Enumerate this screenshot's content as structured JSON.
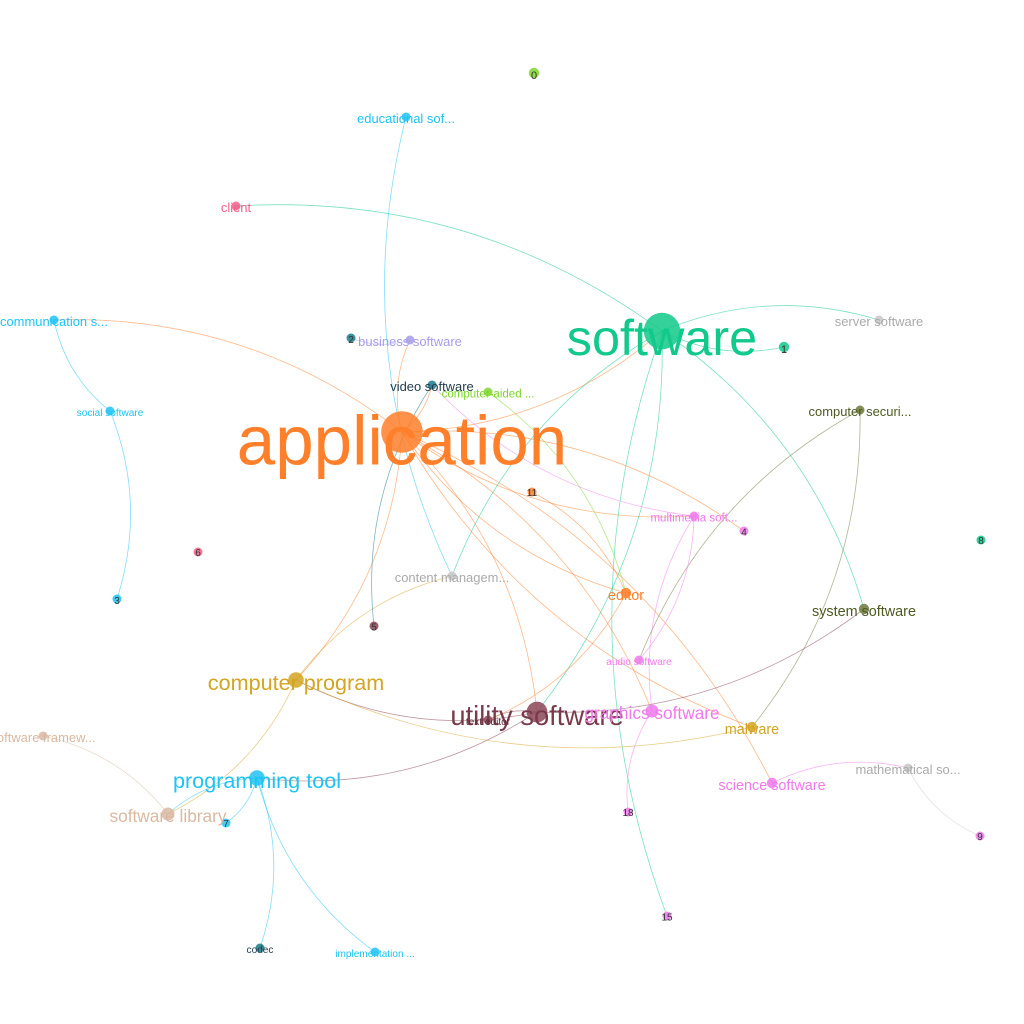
{
  "nodes": [
    {
      "id": "application",
      "label": "application",
      "color": "#FF7F2A",
      "size": 8
    },
    {
      "id": "software",
      "label": "software",
      "color": "#11C98A",
      "size": 7
    },
    {
      "id": "utility-software",
      "label": "utility software",
      "color": "#8B4658",
      "size": 4
    },
    {
      "id": "programming-tool",
      "label": "programming tool",
      "color": "#1EC3F5",
      "size": 3
    },
    {
      "id": "computer-program",
      "label": "computer program",
      "color": "#D4A422",
      "size": 3
    },
    {
      "id": "software-library",
      "label": "software library",
      "color": "#D9B9A2",
      "size": 2.5
    },
    {
      "id": "graphics-software",
      "label": "graphics software",
      "color": "#F079EC",
      "size": 2.5
    },
    {
      "id": "system-software",
      "label": "system software",
      "color": "#6C7A3C",
      "size": 2
    },
    {
      "id": "malware",
      "label": "malware",
      "color": "#D4A422",
      "size": 2
    },
    {
      "id": "editor",
      "label": "editor",
      "color": "#FF7F2A",
      "size": 2
    },
    {
      "id": "science-software",
      "label": "science software",
      "color": "#F079EC",
      "size": 2
    },
    {
      "id": "business-software",
      "label": "business software",
      "color": "#A69CEB",
      "size": 1.5
    },
    {
      "id": "video-software",
      "label": "video software",
      "color": "#1A7A8A",
      "size": 1.5
    },
    {
      "id": "computer-aided",
      "label": "computer-aided ...",
      "color": "#7CD62A",
      "size": 1.5
    },
    {
      "id": "content-management",
      "label": "content managem...",
      "color": "#C7C7C7",
      "size": 1.5
    },
    {
      "id": "multimedia-software",
      "label": "multimedia soft...",
      "color": "#F079EC",
      "size": 1.5
    },
    {
      "id": "audio-software",
      "label": "audio software",
      "color": "#F079EC",
      "size": 1.2
    },
    {
      "id": "computer-security",
      "label": "computer securi...",
      "color": "#6C7A3C",
      "size": 1.5
    },
    {
      "id": "server-software",
      "label": "server software",
      "color": "#C7C7C7",
      "size": 1.5
    },
    {
      "id": "mathematical-software",
      "label": "mathematical so...",
      "color": "#C7C7C7",
      "size": 1.5
    },
    {
      "id": "software-framework",
      "label": "software framew...",
      "color": "#D9B9A2",
      "size": 1.5
    },
    {
      "id": "educational-software",
      "label": "educational sof...",
      "color": "#1EC3F5",
      "size": 1.5
    },
    {
      "id": "communication-software",
      "label": "communication s...",
      "color": "#1EC3F5",
      "size": 1.5
    },
    {
      "id": "social-software",
      "label": "social software",
      "color": "#1EC3F5",
      "size": 1.2
    },
    {
      "id": "client",
      "label": "client",
      "color": "#F2608A",
      "size": 1.5
    },
    {
      "id": "text-editor",
      "label": "text editor",
      "color": "#8B4658",
      "size": 1.2
    },
    {
      "id": "codec",
      "label": "codec",
      "color": "#1A7A8A",
      "size": 1.5
    },
    {
      "id": "implementation",
      "label": "implementation ...",
      "color": "#1EC3F5",
      "size": 1.2
    },
    {
      "id": "n0",
      "label": "0",
      "color": "#7CD62A",
      "size": 2
    },
    {
      "id": "n1",
      "label": "1",
      "color": "#11C98A",
      "size": 2
    },
    {
      "id": "n2",
      "label": "2",
      "color": "#1A7A8A",
      "size": 1.5
    },
    {
      "id": "n3",
      "label": "3",
      "color": "#1EC3F5",
      "size": 1.5
    },
    {
      "id": "n4",
      "label": "4",
      "color": "#F079EC",
      "size": 1.3
    },
    {
      "id": "n5",
      "label": "5",
      "color": "#8B4658",
      "size": 1.3
    },
    {
      "id": "n6",
      "label": "6",
      "color": "#F2608A",
      "size": 1.2
    },
    {
      "id": "n7",
      "label": "7",
      "color": "#1EC3F5",
      "size": 1.2
    },
    {
      "id": "n8",
      "label": "8",
      "color": "#11C98A",
      "size": 1.2
    },
    {
      "id": "n9",
      "label": "9",
      "color": "#F079EC",
      "size": 1.2
    },
    {
      "id": "n11",
      "label": "11",
      "color": "#FF7F2A",
      "size": 1.2
    },
    {
      "id": "n15",
      "label": "15",
      "color": "#F079EC",
      "size": 1.3
    },
    {
      "id": "n18",
      "label": "18",
      "color": "#F079EC",
      "size": 1.2
    }
  ],
  "edges": [
    [
      "application",
      "software"
    ],
    [
      "application",
      "utility-software"
    ],
    [
      "application",
      "editor"
    ],
    [
      "application",
      "graphics-software"
    ],
    [
      "application",
      "multimedia-software"
    ],
    [
      "application",
      "computer-program"
    ],
    [
      "application",
      "communication-software"
    ],
    [
      "application",
      "business-software"
    ],
    [
      "application",
      "video-software"
    ],
    [
      "application",
      "n4"
    ],
    [
      "application",
      "malware"
    ],
    [
      "application",
      "science-software"
    ],
    [
      "software",
      "client"
    ],
    [
      "software",
      "server-software"
    ],
    [
      "software",
      "n1"
    ],
    [
      "software",
      "utility-software"
    ],
    [
      "software",
      "n15"
    ],
    [
      "software",
      "system-software"
    ],
    [
      "software",
      "content-management"
    ],
    [
      "utility-software",
      "computer-program"
    ],
    [
      "utility-software",
      "system-software"
    ],
    [
      "utility-software",
      "programming-tool"
    ],
    [
      "utility-software",
      "text-editor"
    ],
    [
      "computer-security",
      "malware"
    ],
    [
      "computer-security",
      "audio-software"
    ],
    [
      "multimedia-software",
      "audio-software"
    ],
    [
      "multimedia-software",
      "graphics-software"
    ],
    [
      "multimedia-software",
      "video-software"
    ],
    [
      "editor",
      "n11"
    ],
    [
      "editor",
      "text-editor"
    ],
    [
      "communication-software",
      "social-software"
    ],
    [
      "social-software",
      "n3"
    ],
    [
      "educational-software",
      "content-management"
    ],
    [
      "computer-program",
      "software-library"
    ],
    [
      "computer-program",
      "malware"
    ],
    [
      "computer-program",
      "content-management"
    ],
    [
      "programming-tool",
      "software-library"
    ],
    [
      "programming-tool",
      "codec"
    ],
    [
      "programming-tool",
      "implementation"
    ],
    [
      "programming-tool",
      "n7"
    ],
    [
      "software-library",
      "software-framework"
    ],
    [
      "science-software",
      "mathematical-software"
    ],
    [
      "mathematical-software",
      "n9"
    ],
    [
      "business-software",
      "n2"
    ],
    [
      "video-software",
      "n5"
    ],
    [
      "computer-aided",
      "editor"
    ],
    [
      "graphics-software",
      "n18"
    ]
  ]
}
